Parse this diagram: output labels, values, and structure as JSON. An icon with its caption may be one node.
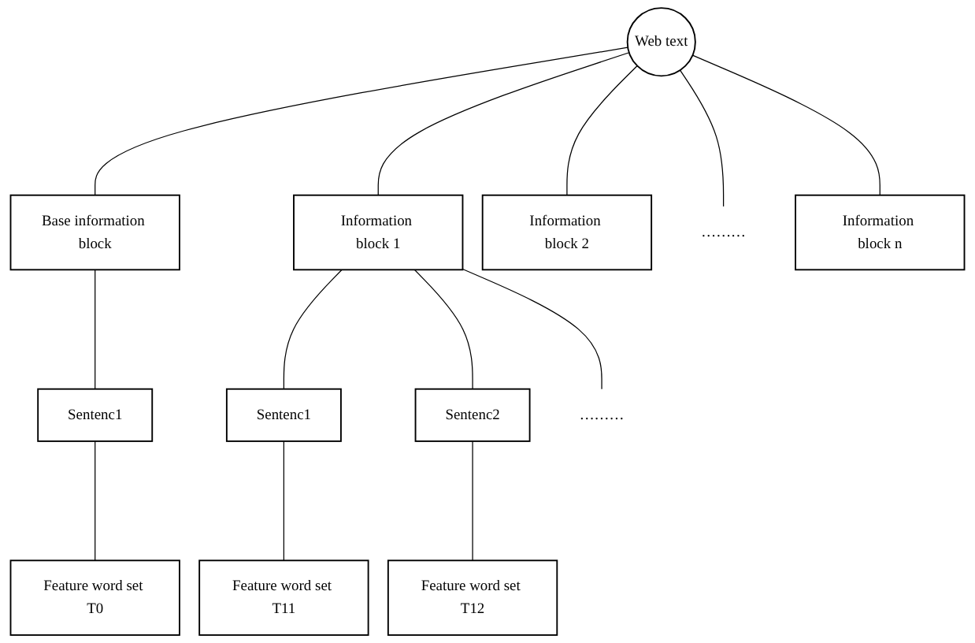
{
  "diagram": {
    "nodes": [
      {
        "text": [
          "Web text"
        ]
      },
      {
        "text": [
          "Base information block"
        ]
      },
      {
        "text": [
          "Sentenc1"
        ]
      },
      {
        "text": [
          "Feature word set T0"
        ]
      },
      {
        "text": [
          "Information block 1"
        ]
      },
      {
        "text": [
          "Sentenc1"
        ]
      },
      {
        "text": [
          "Sentenc2"
        ]
      },
      {
        "text": [
          "Feature word set T11"
        ]
      },
      {
        "text": [
          "………"
        ]
      },
      {
        "text": [
          "Feature word set T12"
        ]
      },
      {
        "text": [
          "Information block 2"
        ]
      },
      {
        "text": [
          "………"
        ]
      },
      {
        "text": [
          "Information block n"
        ]
      }
    ],
    "edges": [
      {
        "from": 0,
        "to": 1,
        "arrow": "none"
      },
      {
        "from": 0,
        "to": 4,
        "arrow": "none"
      },
      {
        "from": 0,
        "to": 10,
        "arrow": "none"
      },
      {
        "from": 0,
        "to": 11,
        "arrow": "none"
      },
      {
        "from": 0,
        "to": 12,
        "arrow": "none"
      },
      {
        "from": 1,
        "to": 2,
        "arrow": "none"
      },
      {
        "from": 2,
        "to": 3,
        "arrow": "none"
      },
      {
        "from": 4,
        "to": 5,
        "arrow": "none"
      },
      {
        "from": 4,
        "to": 6,
        "arrow": "none"
      },
      {
        "from": 4,
        "to": 8,
        "arrow": "none"
      },
      {
        "from": 5,
        "to": 7,
        "arrow": "none"
      },
      {
        "from": 6,
        "to": 9,
        "arrow": "none"
      }
    ]
  }
}
